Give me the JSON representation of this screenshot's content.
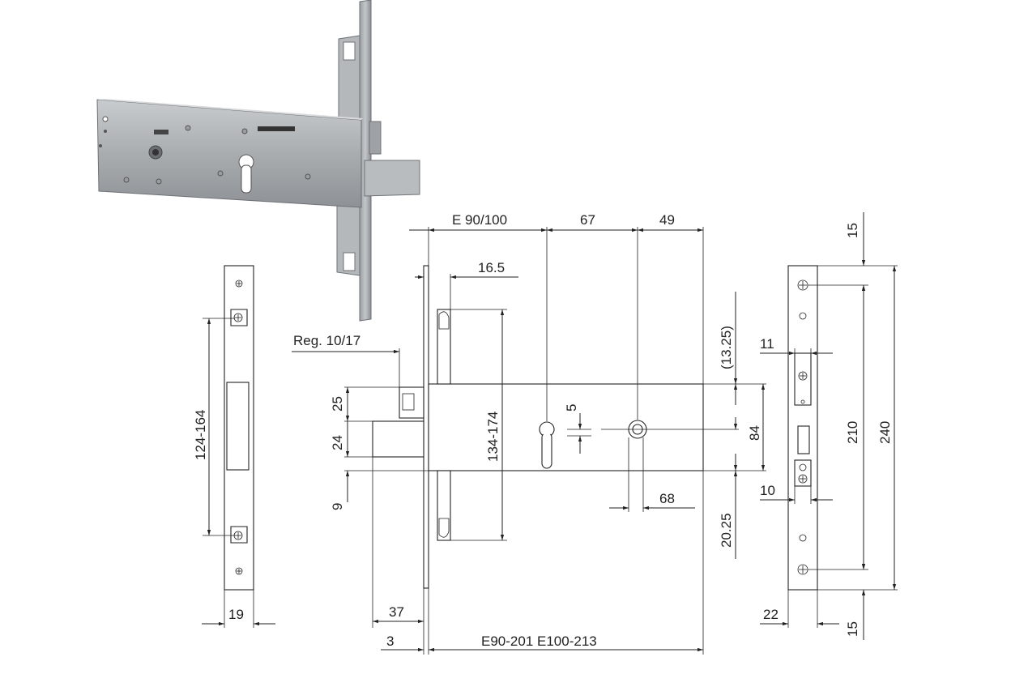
{
  "labels": {
    "e_backset": "E 90/100",
    "d67": "67",
    "d49": "49",
    "d165": "16.5",
    "reg": "Reg. 10/17",
    "d1325": "(13.25)",
    "d25": "25",
    "d24": "24",
    "d9": "9",
    "d5": "5",
    "d84": "84",
    "d134_174": "134-174",
    "d68": "68",
    "d2025": "20.25",
    "d37": "37",
    "d3": "3",
    "e_total": "E90-201  E100-213",
    "d124_164": "124-164",
    "d19": "19",
    "d15a": "15",
    "d11": "11",
    "d210": "210",
    "d240": "240",
    "d10": "10",
    "d22": "22",
    "d15b": "15"
  }
}
